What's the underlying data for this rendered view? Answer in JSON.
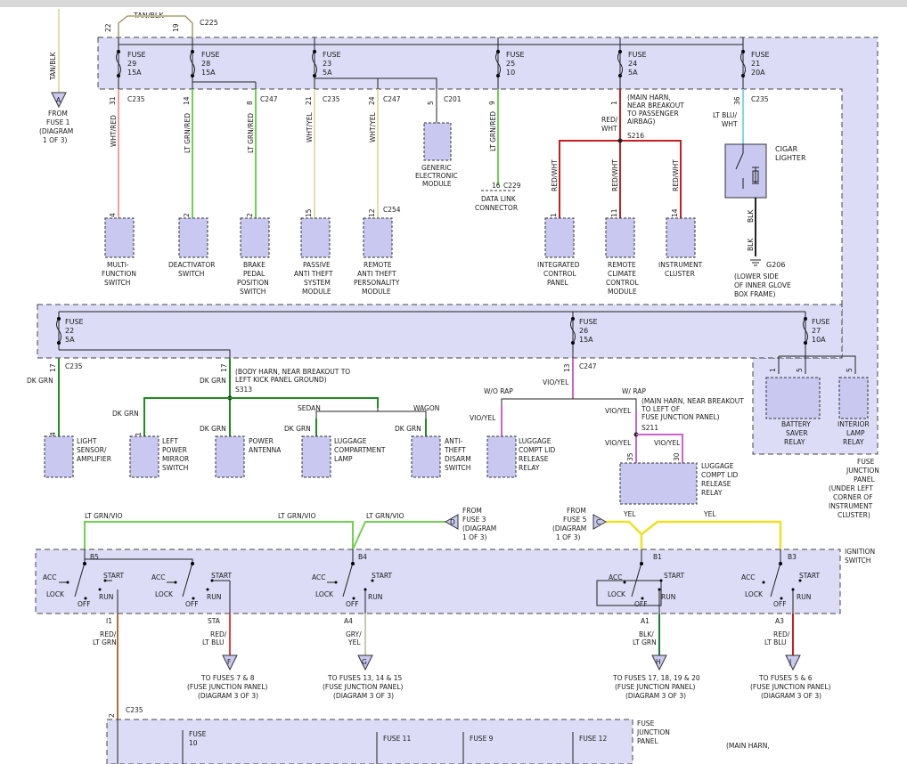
{
  "colors": {
    "panel_fill": "#dcdcf6",
    "panel_stroke": "#444444",
    "module_fill": "#c8c8f0",
    "wire_black": "#222222",
    "wire_red": "#c81e1e",
    "wire_green": "#1e8c1e",
    "wire_light_green": "#6fd24e",
    "wire_light_blue": "#7fd8f0",
    "wire_violet": "#d060d0",
    "wire_yellow": "#f0e020",
    "wire_brown": "#b07030",
    "wire_tan": "#e6dca8",
    "wire_grey": "#c8c8b0",
    "wire_bright_red": "#e04040"
  },
  "top": {
    "tan_blk_top": "TAN/BLK",
    "c225": "C225",
    "pin22": "22",
    "pin19": "19",
    "tan_blk_side": "TAN/BLK",
    "from_fuse1": [
      "FROM",
      "FUSE 1",
      "(DIAGRAM",
      "1 OF 3)"
    ],
    "connector_a": "A"
  },
  "fuses_top": [
    {
      "name": "FUSE",
      "num": "29",
      "amp": "15A"
    },
    {
      "name": "FUSE",
      "num": "28",
      "amp": "15A"
    },
    {
      "name": "FUSE",
      "num": "23",
      "amp": "5A"
    },
    {
      "name": "FUSE",
      "num": "25",
      "amp": "10"
    },
    {
      "name": "FUSE",
      "num": "24",
      "amp": "5A"
    },
    {
      "name": "FUSE",
      "num": "21",
      "amp": "20A"
    }
  ],
  "pins": {
    "p31": "31",
    "p14": "14",
    "p8": "8",
    "p21": "21",
    "p24": "24",
    "p5": "5",
    "p9": "9",
    "p1": "1",
    "p36": "36",
    "p4": "4",
    "p2": "2",
    "p2b": "2",
    "p15": "15",
    "p12": "12",
    "p16": "16",
    "p1b": "1",
    "p11": "11",
    "p14b": "14"
  },
  "connectors": {
    "c235a": "C235",
    "c247a": "C247",
    "c235b": "C235",
    "c247b": "C247",
    "c201": "C201",
    "c235c": "C235",
    "c229": "C229",
    "c254": "C254"
  },
  "wire_labels": {
    "wht_red": "WHT/RED",
    "lt_grn_red1": "LT GRN/RED",
    "lt_grn_red2": "LT GRN/RED",
    "wht_yel1": "WHT/YEL",
    "wht_yel2": "WHT/YEL",
    "lt_grn_red3": "LT GRN/RED",
    "red_wht": "RED/",
    "red_wht2": "WHT",
    "red_wht_a": "RED/WHT",
    "red_wht_b": "RED/WHT",
    "red_wht_c": "RED/WHT",
    "lt_blu_wht": "LT BLU/",
    "lt_blu_wht2": "WHT",
    "blk1": "BLK",
    "blk2": "BLK"
  },
  "main_harn_note": [
    "(MAIN HARN,",
    "NEAR BREAKOUT",
    "TO PASSENGER",
    "AIRBAG)"
  ],
  "s216": "S216",
  "cigar": [
    "CIGAR",
    "LIGHTER"
  ],
  "g206": "G206",
  "g206_note": [
    "(LOWER SIDE",
    "OF INNER GLOVE",
    "BOX FRAME)"
  ],
  "modules_top": [
    {
      "lines": [
        "MULTI-",
        "FUNCTION",
        "SWITCH"
      ]
    },
    {
      "lines": [
        "DEACTIVATOR",
        "SWITCH"
      ]
    },
    {
      "lines": [
        "BRAKE",
        "PEDAL",
        "POSITION",
        "SWITCH"
      ]
    },
    {
      "lines": [
        "PASSIVE",
        "ANTI THEFT",
        "SYSTEM",
        "MODULE"
      ]
    },
    {
      "lines": [
        "REMOTE",
        "ANTI THEFT",
        "PERSONALITY",
        "MODULE"
      ]
    },
    {
      "lines": [
        "INTEGRATED",
        "CONTROL",
        "PANEL"
      ]
    },
    {
      "lines": [
        "REMOTE",
        "CLIMATE",
        "CONTROL",
        "MODULE"
      ]
    },
    {
      "lines": [
        "INSTRUMENT",
        "CLUSTER"
      ]
    }
  ],
  "gem": [
    "GENERIC",
    "ELECTRONIC",
    "MODULE"
  ],
  "dlc": [
    "DATA LINK",
    "CONNECTOR"
  ],
  "fuses_mid": [
    {
      "name": "FUSE",
      "num": "22",
      "amp": "5A"
    },
    {
      "name": "FUSE",
      "num": "26",
      "amp": "15A"
    },
    {
      "name": "FUSE",
      "num": "27",
      "amp": "10A"
    }
  ],
  "mid": {
    "p17a": "17",
    "p17b": "17",
    "p13": "13",
    "c235": "C235",
    "c247": "C247",
    "dk_grn1": "DK GRN",
    "dk_grn2": "DK GRN",
    "dk_grn3": "DK GRN",
    "dk_grn4": "DK GRN",
    "dk_grn5": "DK GRN",
    "dk_grn6": "DK GRN",
    "body_harn": [
      "(BODY HARN, NEAR BREAKOUT TO",
      "LEFT KICK PANEL GROUND)"
    ],
    "s313": "S313",
    "sedan": "SEDAN",
    "wagon": "WAGON",
    "vio_yel1": "VIO/YEL",
    "wo_rap": "W/O RAP",
    "w_rap": "W/ RAP",
    "vio_yel2": "VIO/YEL",
    "vio_yel3": "VIO/YEL",
    "vio_yel4": "VIO/YEL",
    "vio_yel5": "VIO/YEL",
    "main_harn2": [
      "(MAIN HARN, NEAR BREAKOUT",
      "TO LEFT OF",
      "FUSE JUNCTION PANEL)"
    ],
    "s211": "S211",
    "p35": "35",
    "p30": "30",
    "p4": "4",
    "p1": "1",
    "p5": "5",
    "p1c": "1",
    "p5b": "5"
  },
  "modules_mid": [
    {
      "lines": [
        "LIGHT",
        "SENSOR/",
        "AMPLIFIER"
      ]
    },
    {
      "lines": [
        "LEFT",
        "POWER",
        "MIRROR",
        "SWITCH"
      ]
    },
    {
      "lines": [
        "POWER",
        "ANTENNA"
      ]
    },
    {
      "lines": [
        "LUGGAGE",
        "COMPARTMENT",
        "LAMP"
      ]
    },
    {
      "lines": [
        "ANTI-",
        "THEFT",
        "DISARM",
        "SWITCH"
      ]
    },
    {
      "lines": [
        "LUGGAGE",
        "COMPT LID",
        "RELEASE",
        "RELAY"
      ]
    },
    {
      "lines": [
        "LUGGAGE",
        "COMPT LID",
        "RELEASE",
        "RELAY"
      ]
    },
    {
      "lines": [
        "BATTERY",
        "SAVER",
        "RELAY"
      ]
    },
    {
      "lines": [
        "INTERIOR",
        "LAMP",
        "RELAY"
      ]
    }
  ],
  "fjp_note": [
    "FUSE",
    "JUNCTION",
    "PANEL",
    "(UNDER LEFT",
    "CORNER OF",
    "INSTRUMENT",
    "CLUSTER)"
  ],
  "ign": {
    "lt_grn_vio1": "LT GRN/VIO",
    "lt_grn_vio2": "LT GRN/VIO",
    "lt_grn_vio3": "LT GRN/VIO",
    "from_fuse3": [
      "FROM",
      "FUSE 3",
      "(DIAGRAM",
      "1 OF 3)"
    ],
    "conn_d": "D",
    "from_fuse5": [
      "FROM",
      "FUSE 5",
      "(DIAGRAM",
      "1 OF 3)"
    ],
    "conn_c": "C",
    "yel1": "YEL",
    "yel2": "YEL",
    "b5": "B5",
    "b4": "B4",
    "b1": "B1",
    "b3": "B3",
    "switch_label": [
      "IGNITION",
      "SWITCH"
    ],
    "acc": "ACC",
    "lock": "LOCK",
    "off": "OFF",
    "run": "RUN",
    "start": "START"
  },
  "ign_outputs": [
    {
      "pin": "I1",
      "wire": [
        "RED/",
        "LT GRN"
      ],
      "conn": "",
      "dest": []
    },
    {
      "pin": "STA",
      "wire": [
        "RED/",
        "LT BLU"
      ],
      "conn": "F",
      "dest": [
        "TO FUSES 7 & 8",
        "(FUSE JUNCTION PANEL)",
        "(DIAGRAM 3 OF 3)"
      ]
    },
    {
      "pin": "A4",
      "wire": [
        "GRY/",
        "YEL"
      ],
      "conn": "G",
      "dest": [
        "TO FUSES 13, 14 & 15",
        "(FUSE JUNCTION PANEL)",
        "(DIAGRAM 3 OF 3)"
      ]
    },
    {
      "pin": "A1",
      "wire": [
        "BLK/",
        "LT GRN"
      ],
      "conn": "H",
      "dest": [
        "TO FUSES 17, 18, 19 & 20",
        "(FUSE JUNCTION PANEL)",
        "(DIAGRAM 3 OF 3)"
      ]
    },
    {
      "pin": "A3",
      "wire": [
        "RED/",
        "LT BLU"
      ],
      "conn": "J",
      "dest": [
        "TO FUSES 5 & 6",
        "(FUSE JUNCTION PANEL)",
        "(DIAGRAM 3 OF 3)"
      ]
    }
  ],
  "bottom": {
    "p2": "2",
    "c235": "C235",
    "fuse10": [
      "FUSE",
      "10"
    ],
    "fuse11": "FUSE 11",
    "fuse9": "FUSE 9",
    "fuse12": "FUSE 12",
    "fjp": [
      "FUSE",
      "JUNCTION",
      "PANEL"
    ],
    "main_harn": "(MAIN HARN,"
  }
}
